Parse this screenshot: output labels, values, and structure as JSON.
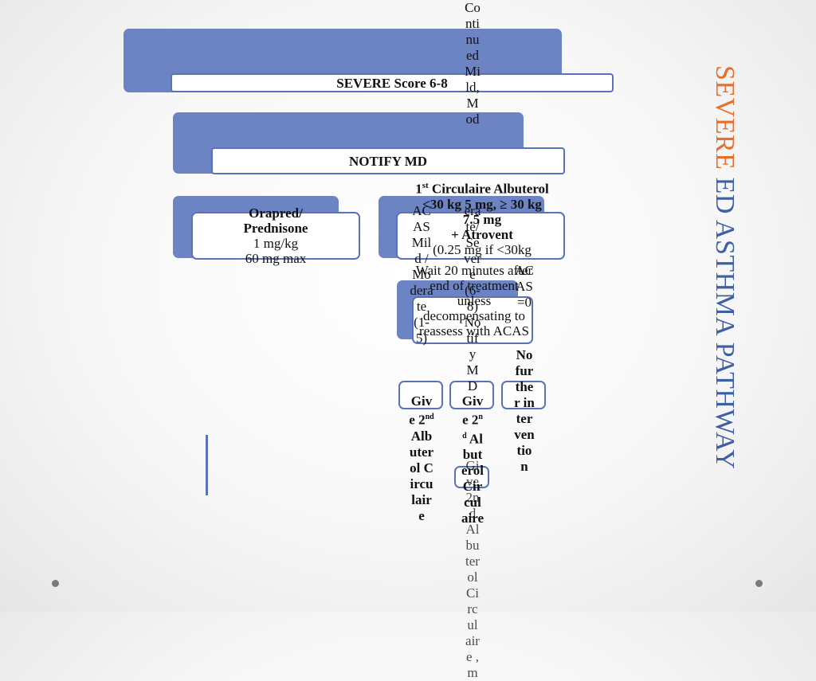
{
  "title": {
    "accent": "SEVERE",
    "rest": " ED ASTHMA PATHWAY"
  },
  "header_box": "SEVERE  Score 6-8",
  "notify_box": "NOTIFY MD",
  "orapred": {
    "name": "Orapred/ Prednisone",
    "dose": "1 mg/kg",
    "max": "60 mg max"
  },
  "albuterol": {
    "line1_pre": "1",
    "line1_sup": "st",
    "line1_post": " Circulaire Albuterol",
    "line2": "<30 kg 5 mg,  ≥ 30 kg 7.5 mg",
    "line3": "+ Atrovent",
    "line4": "(0.25 mg if <30kg"
  },
  "reassess": "Wait 20 minutes after end of treatment unless decompensating to reassess with ACAS",
  "stray_top": "Continued Mild, Mod",
  "stray_mid": "erate/Severe (6-8) Notify MD",
  "stray_lower": "Give 2nd Albuterol Circulaire , m",
  "acas_mild": "ACAS Mild / Moderate (1-5)",
  "acas_mild_action": {
    "pre": "Give 2",
    "sup": "nd",
    "post": " Albuterol Circulaire"
  },
  "severe_action": {
    "pre": "Give 2",
    "sup": "nd",
    "post": " Albuterol Circulaire"
  },
  "acas_zero": "ACAS =0",
  "no_further": "No further intervention"
}
